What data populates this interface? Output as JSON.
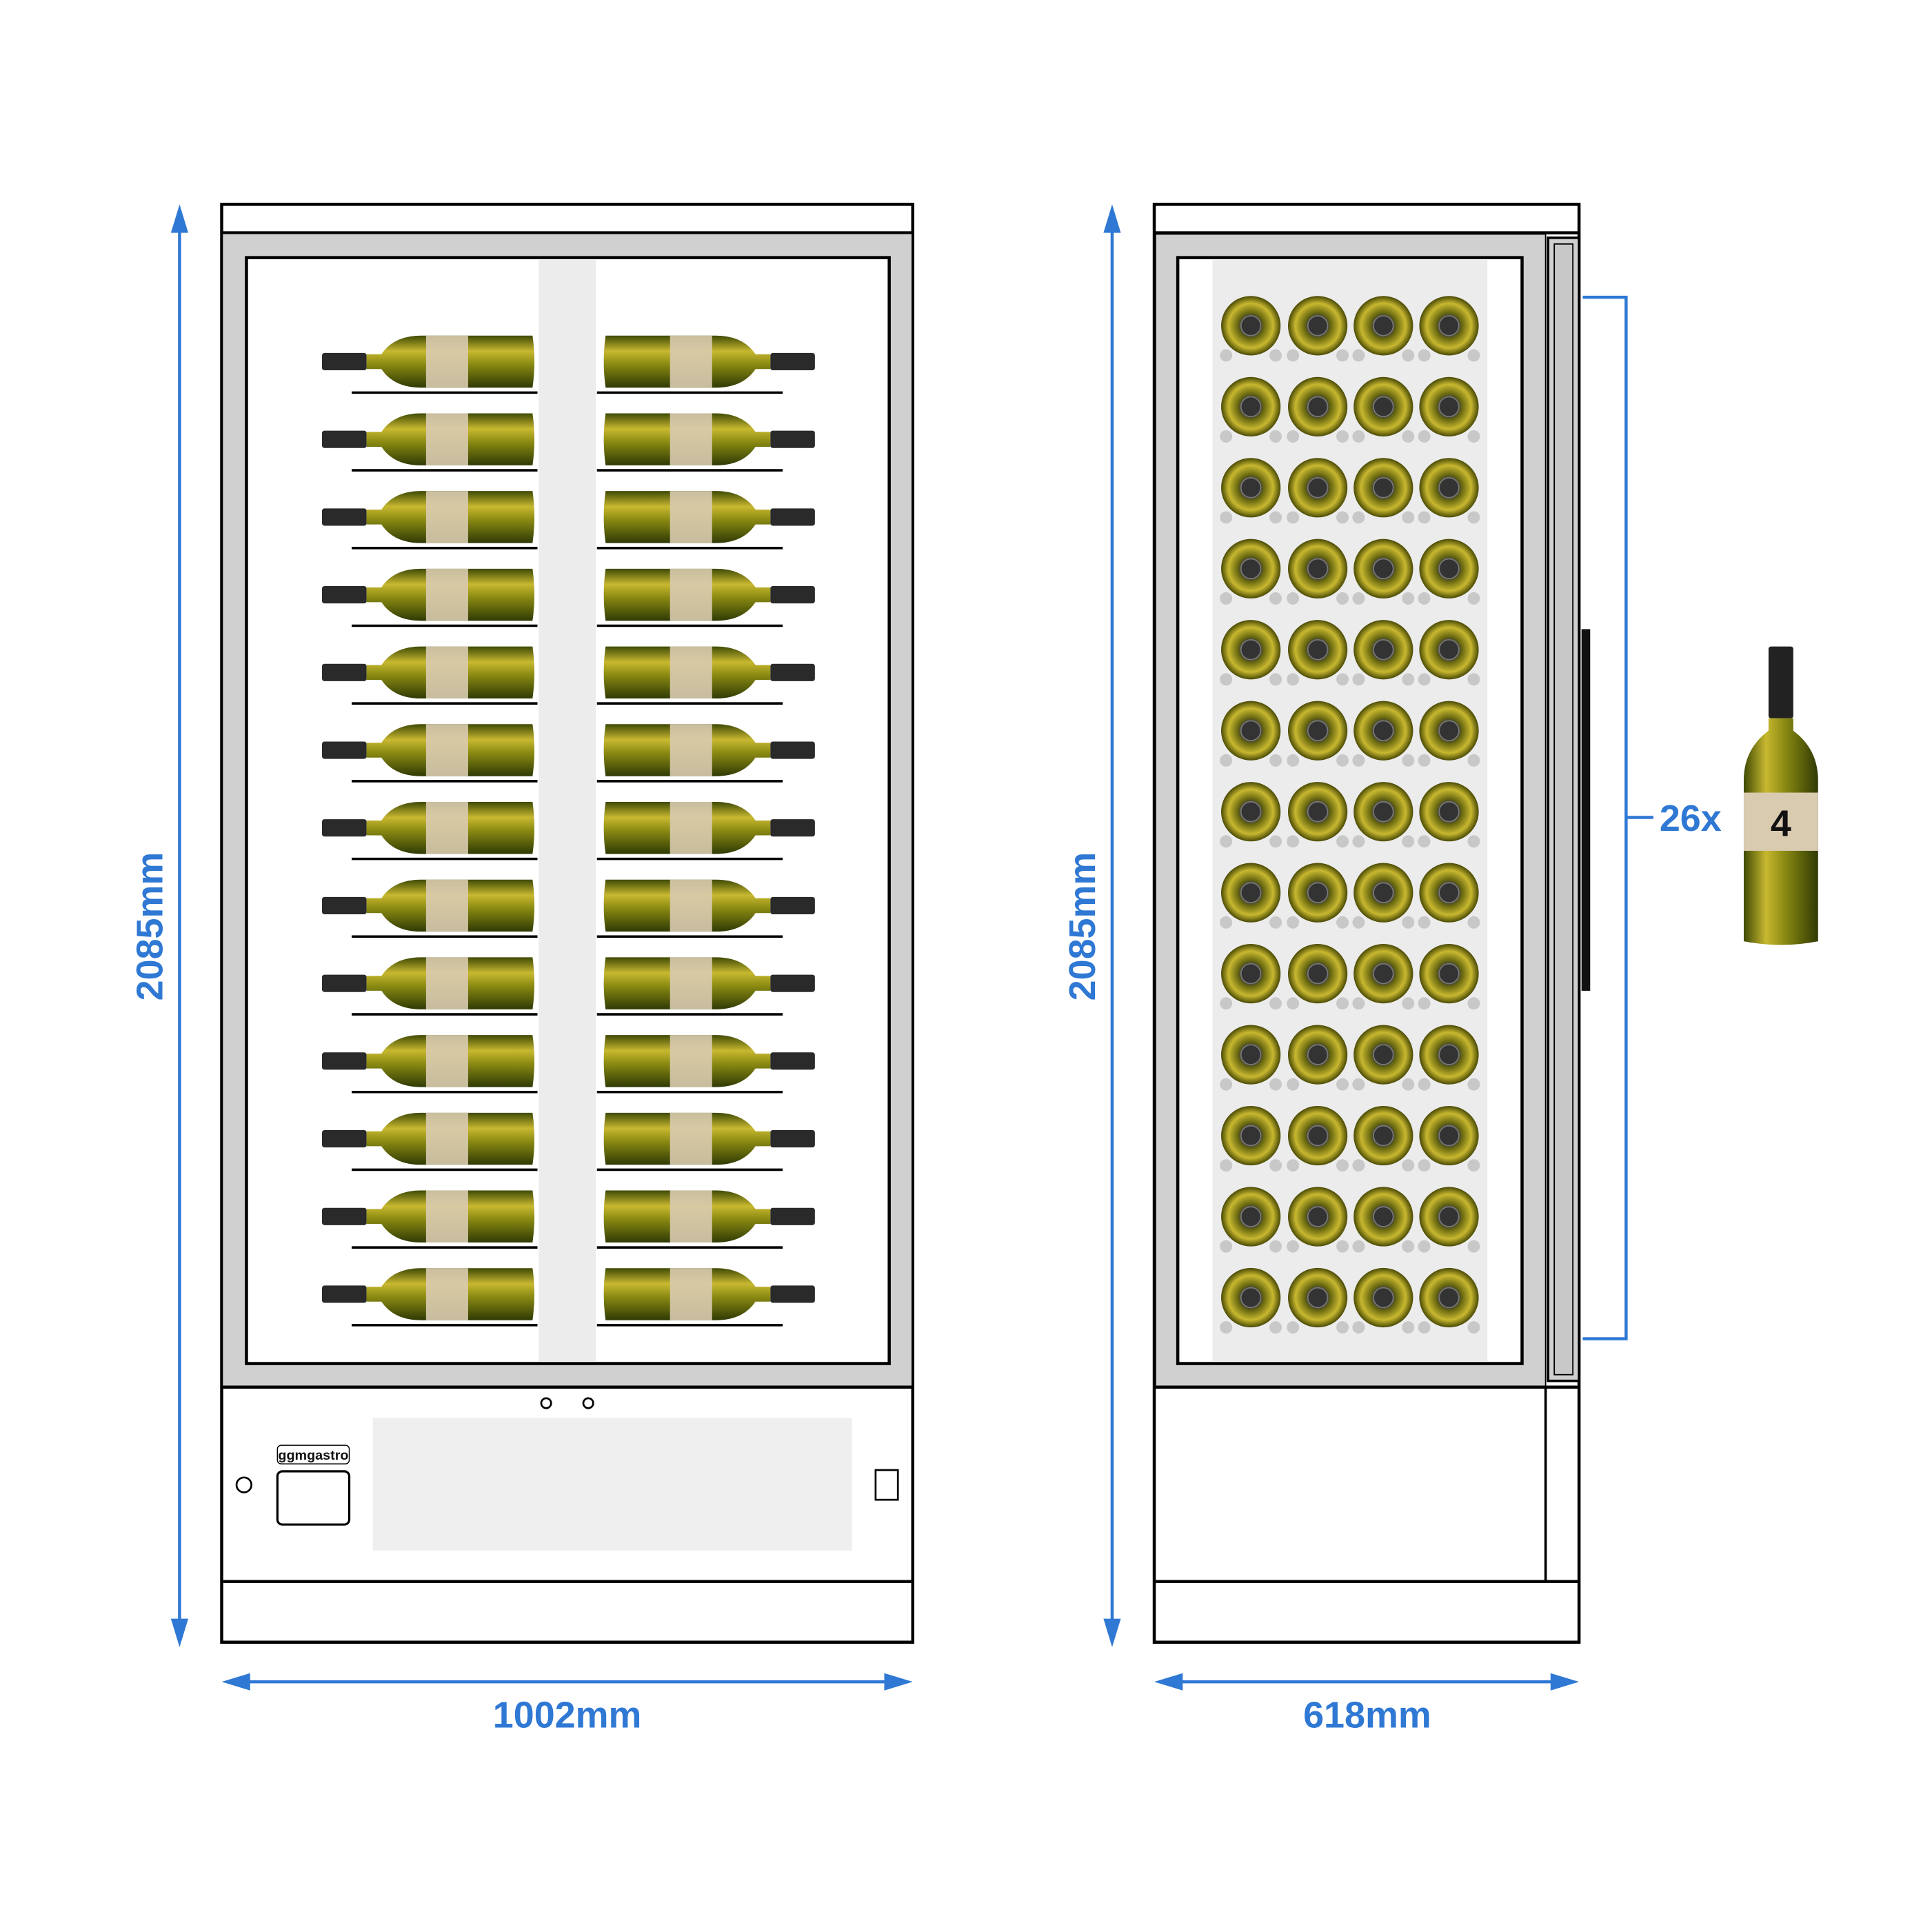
{
  "front_view": {
    "height_label": "2085mm",
    "width_label": "1002mm",
    "brand_logo": "ggmgastro",
    "bottle_rows": 13,
    "bottle_columns": 2
  },
  "side_view": {
    "height_label": "2085mm",
    "depth_label": "618mm",
    "bottle_rows": 13,
    "bottle_columns": 4
  },
  "capacity": {
    "count_label": "26x",
    "bottle_label_number": "4"
  },
  "colors": {
    "dimension": "#2f78d4",
    "frame": "#d0d0d0",
    "strip": "#ececec",
    "glass": "#6b7a12",
    "label": "#d9cbb0"
  }
}
